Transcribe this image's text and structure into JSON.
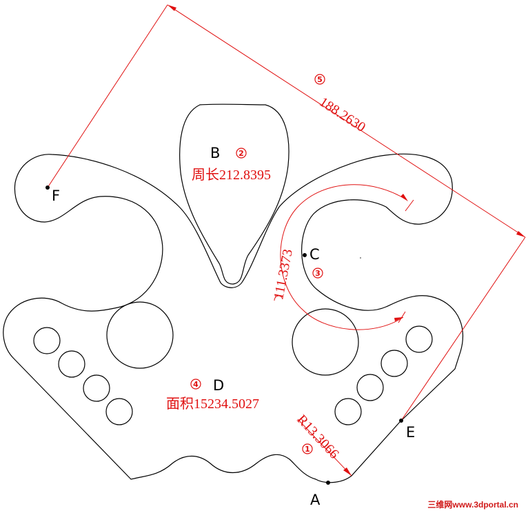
{
  "points": {
    "A": "A",
    "B": "B",
    "C": "C",
    "D": "D",
    "E": "E",
    "F": "F"
  },
  "annotations": {
    "perimeter": "周长212.8395",
    "area": "面积15234.5027",
    "radius": "R13.3066",
    "arc_length": "111.3373",
    "distance": "188.2630"
  },
  "markers": {
    "m1": "1",
    "m2": "2",
    "m3": "3",
    "m4": "4",
    "m5": "5"
  },
  "watermark": "三维网www.3dportal.cn",
  "colors": {
    "outline": "#000000",
    "dimension": "#e01010"
  }
}
